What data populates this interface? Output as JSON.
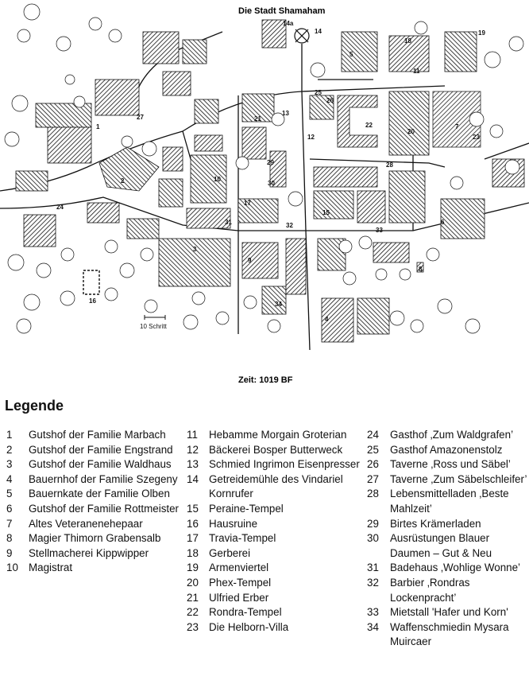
{
  "map": {
    "title": "Die Stadt Shamaham",
    "footer": "Zeit: 1019 BF",
    "scale_label": "10 Schritt",
    "labels": [
      "1",
      "2",
      "3",
      "4",
      "5",
      "6",
      "7",
      "8",
      "9",
      "10",
      "11",
      "12",
      "13",
      "14",
      "14a",
      "15",
      "16",
      "17",
      "18",
      "19",
      "20",
      "21",
      "22",
      "23",
      "24",
      "25",
      "26",
      "27",
      "28",
      "29",
      "30",
      "31",
      "32",
      "33",
      "34"
    ]
  },
  "legend": {
    "title": "Legende",
    "columns": [
      [
        {
          "num": "1",
          "name": "Gutshof der Familie Marbach"
        },
        {
          "num": "2",
          "name": "Gutshof der Familie Engstrand"
        },
        {
          "num": "3",
          "name": "Gutshof der Familie Waldhaus"
        },
        {
          "num": "4",
          "name": "Bauernhof der Familie Szegeny"
        },
        {
          "num": "5",
          "name": "Bauernkate der Familie Olben"
        },
        {
          "num": "6",
          "name": "Gutshof der Familie Rottmeister"
        },
        {
          "num": "7",
          "name": "Altes Veteranenehepaar"
        },
        {
          "num": "8",
          "name": "Magier Thimorn Grabensalb"
        },
        {
          "num": "9",
          "name": "Stellmacherei Kippwipper"
        },
        {
          "num": "10",
          "name": "Magistrat"
        }
      ],
      [
        {
          "num": "11",
          "name": "Hebamme Morgain Groterian"
        },
        {
          "num": "12",
          "name": "Bäckerei Bosper Butterweck"
        },
        {
          "num": "13",
          "name": "Schmied Ingrimon Eisenpresser"
        },
        {
          "num": "14",
          "name": "Getreidemühle des Vindariel Kornrufer"
        },
        {
          "num": "15",
          "name": "Peraine-Tempel"
        },
        {
          "num": "16",
          "name": "Hausruine"
        },
        {
          "num": "17",
          "name": "Travia-Tempel"
        },
        {
          "num": "18",
          "name": "Gerberei"
        },
        {
          "num": "19",
          "name": "Armenviertel"
        },
        {
          "num": "20",
          "name": "Phex-Tempel"
        },
        {
          "num": "21",
          "name": "Ulfried Erber"
        },
        {
          "num": "22",
          "name": "Rondra-Tempel"
        },
        {
          "num": "23",
          "name": "Die Helborn-Villa"
        }
      ],
      [
        {
          "num": "24",
          "name": "Gasthof ‚Zum Waldgrafen’"
        },
        {
          "num": "25",
          "name": "Gasthof Amazonenstolz"
        },
        {
          "num": "26",
          "name": "Taverne ‚Ross und Säbel’"
        },
        {
          "num": "27",
          "name": "Taverne ‚Zum Säbelschleifer’"
        },
        {
          "num": "28",
          "name": "Lebensmittelladen ‚Beste Mahlzeit’"
        },
        {
          "num": "29",
          "name": "Birtes Krämerladen"
        },
        {
          "num": "30",
          "name": "Ausrüstungen Blauer Daumen – Gut & Neu"
        },
        {
          "num": "31",
          "name": "Badehaus ‚Wohlige Wonne’"
        },
        {
          "num": "32",
          "name": "Barbier ‚Rondras Lockenpracht’"
        },
        {
          "num": "33",
          "name": "Mietstall 'Hafer und Korn'"
        },
        {
          "num": "34",
          "name": "Waffenschmiedin Mysara Muircaer"
        }
      ]
    ]
  }
}
